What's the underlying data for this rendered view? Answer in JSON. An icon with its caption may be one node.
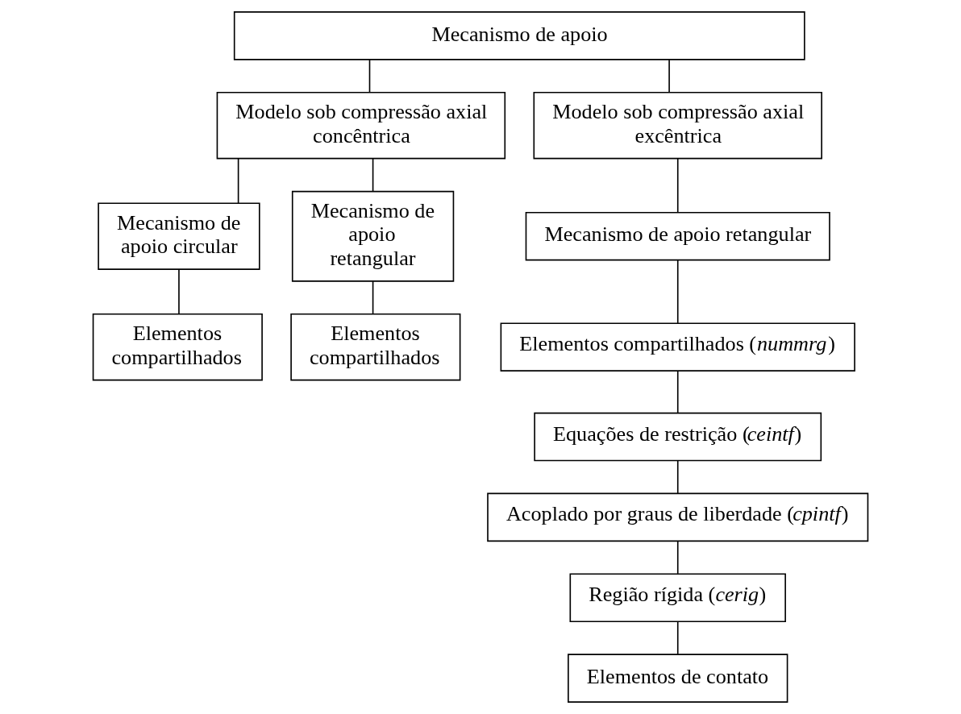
{
  "diagram": {
    "nodes": [
      {
        "text": [
          "Mecanismo de apoio"
        ]
      },
      {
        "text": [
          "Modelo sob compressão axial concêntrica"
        ]
      },
      {
        "text": [
          "Modelo sob compressão axial excêntrica"
        ]
      },
      {
        "text": [
          "Mecanismo de apoio circular"
        ]
      },
      {
        "text": [
          "Mecanismo de apoio retangular"
        ]
      },
      {
        "text": [
          "Elementos compartilhados"
        ]
      },
      {
        "text": [
          "Elementos compartilhados"
        ]
      },
      {
        "text": [
          "Mecanismo de apoio retangular"
        ]
      },
      {
        "text": [
          "Elementos compartilhados (*nummrg*)"
        ]
      },
      {
        "text": [
          "Equações de restrição (*ceintf*)"
        ]
      },
      {
        "text": [
          "Acoplado por graus de liberdade (*cpintf*)"
        ]
      },
      {
        "text": [
          "Região rígida (*cerig*)"
        ]
      },
      {
        "text": [
          "Elementos de contato"
        ]
      }
    ],
    "edges": [
      {
        "from": 0,
        "to": 1,
        "arrow": "none"
      },
      {
        "from": 0,
        "to": 2,
        "arrow": "none"
      },
      {
        "from": 1,
        "to": 3,
        "arrow": "none"
      },
      {
        "from": 1,
        "to": 4,
        "arrow": "none"
      },
      {
        "from": 3,
        "to": 5,
        "arrow": "none"
      },
      {
        "from": 4,
        "to": 6,
        "arrow": "none"
      },
      {
        "from": 2,
        "to": 7,
        "arrow": "none"
      },
      {
        "from": 7,
        "to": 8,
        "arrow": "none"
      },
      {
        "from": 8,
        "to": 9,
        "arrow": "none"
      },
      {
        "from": 9,
        "to": 10,
        "arrow": "none"
      },
      {
        "from": 10,
        "to": 11,
        "arrow": "none"
      },
      {
        "from": 11,
        "to": 12,
        "arrow": "none"
      }
    ]
  }
}
